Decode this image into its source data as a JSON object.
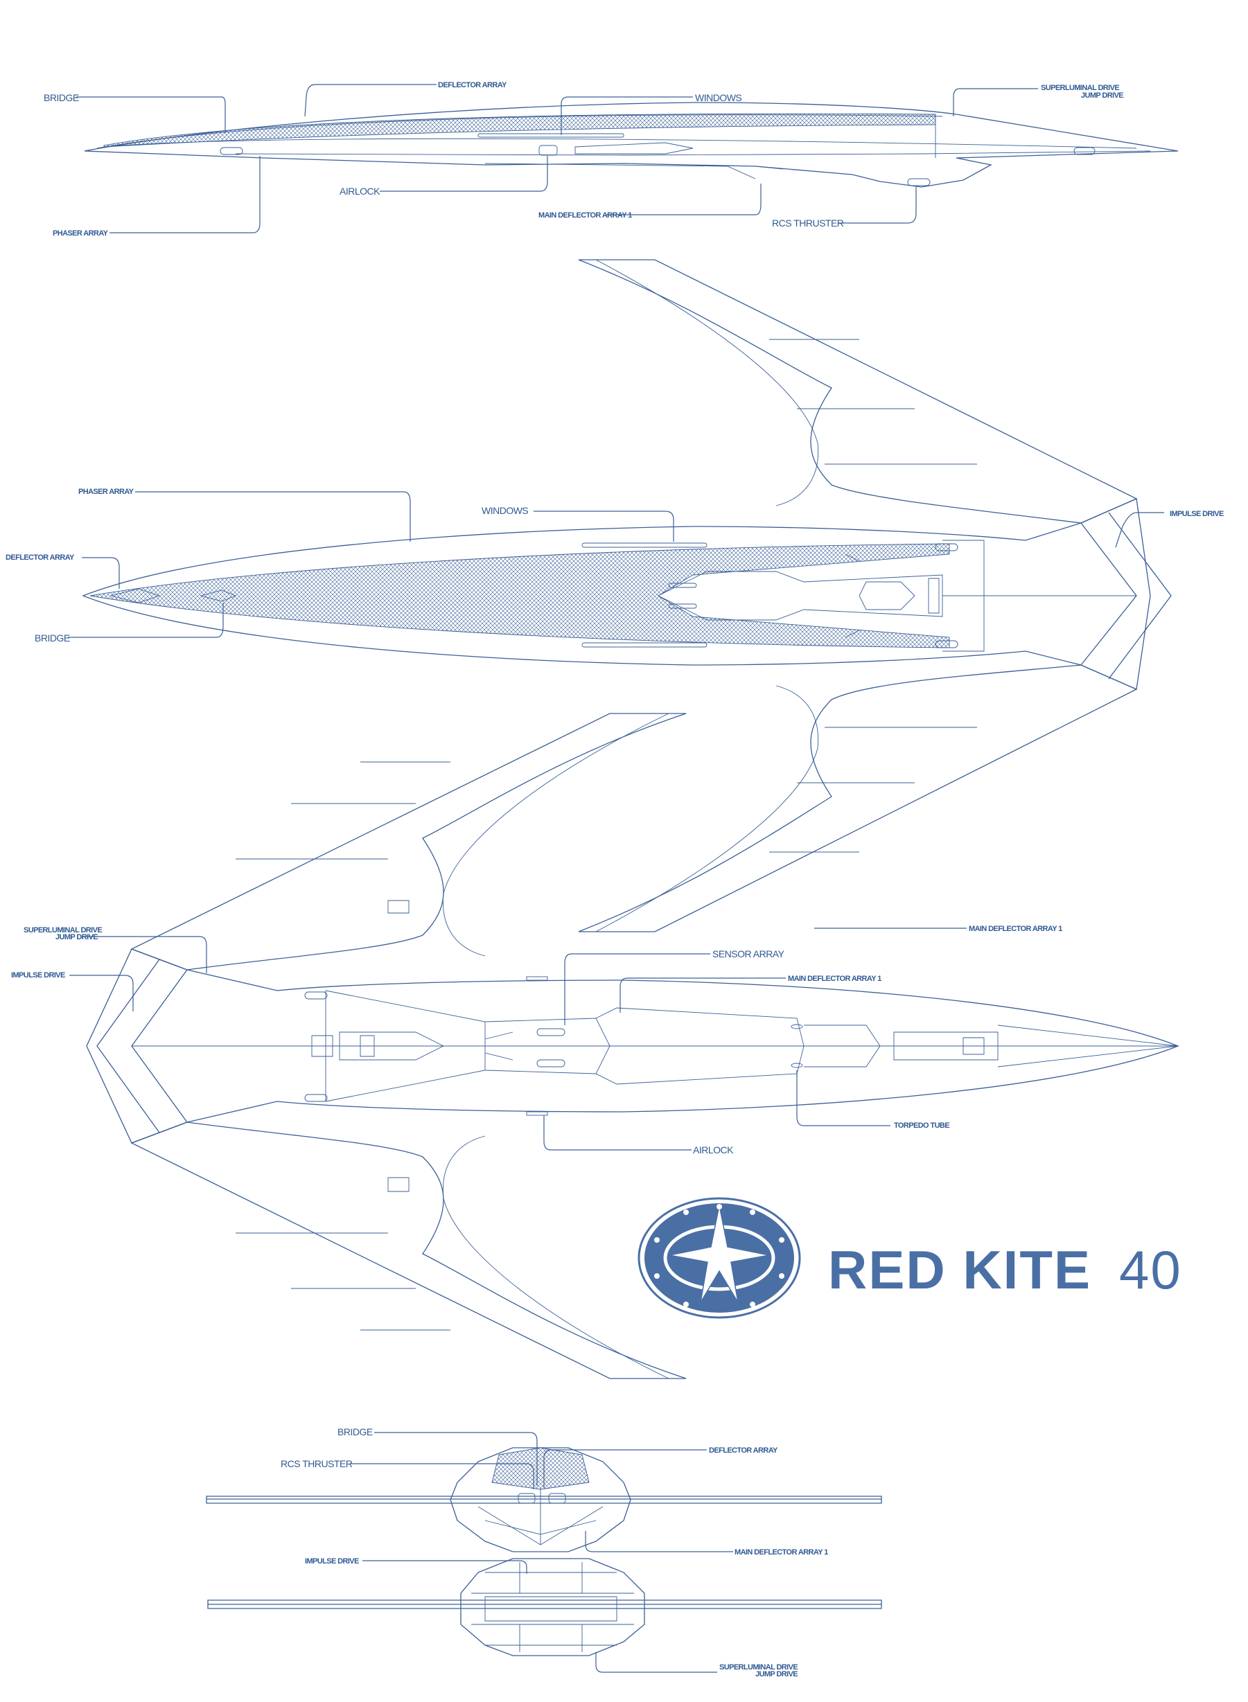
{
  "title": {
    "name": "RED KITE",
    "number": "40"
  },
  "colors": {
    "line": "#3a5f96",
    "logo_fill": "#4a6fa5",
    "background": "#ffffff"
  },
  "logo": {
    "icon": "star-emblem-icon"
  },
  "side_view": {
    "labels": {
      "bridge": "BRIDGE",
      "deflector_array": "DEFLECTOR ARRAY",
      "windows": "WINDOWS",
      "superluminal_drive": "SUPERLUMINAL DRIVE",
      "jump_drive": "JUMP DRIVE",
      "airlock": "AIRLOCK",
      "main_deflector_array": "MAIN DEFLECTOR ARRAY 1",
      "rcs_thruster": "RCS THRUSTER",
      "phaser_array": "PHASER ARRAY"
    }
  },
  "top_view": {
    "labels": {
      "phaser_array": "PHASER ARRAY",
      "windows": "WINDOWS",
      "deflector_array": "DEFLECTOR ARRAY",
      "bridge": "BRIDGE",
      "impulse_drive": "IMPULSE DRIVE"
    }
  },
  "bottom_view": {
    "labels": {
      "main_deflector_array_right": "MAIN DEFLECTOR ARRAY 1",
      "superluminal_drive": "SUPERLUMINAL DRIVE",
      "jump_drive": "JUMP DRIVE",
      "impulse_drive": "IMPULSE DRIVE",
      "sensor_array": "SENSOR ARRAY",
      "main_deflector_array": "MAIN DEFLECTOR ARRAY 1",
      "torpedo_tube": "TORPEDO TUBE",
      "airlock": "AIRLOCK"
    }
  },
  "front_view": {
    "labels": {
      "bridge": "BRIDGE",
      "rcs_thruster": "RCS THRUSTER",
      "deflector_array": "DEFLECTOR ARRAY",
      "main_deflector_array": "MAIN DEFLECTOR ARRAY 1"
    }
  },
  "rear_view": {
    "labels": {
      "impulse_drive": "IMPULSE DRIVE",
      "superluminal_drive": "SUPERLUMINAL DRIVE",
      "jump_drive": "JUMP DRIVE"
    }
  }
}
